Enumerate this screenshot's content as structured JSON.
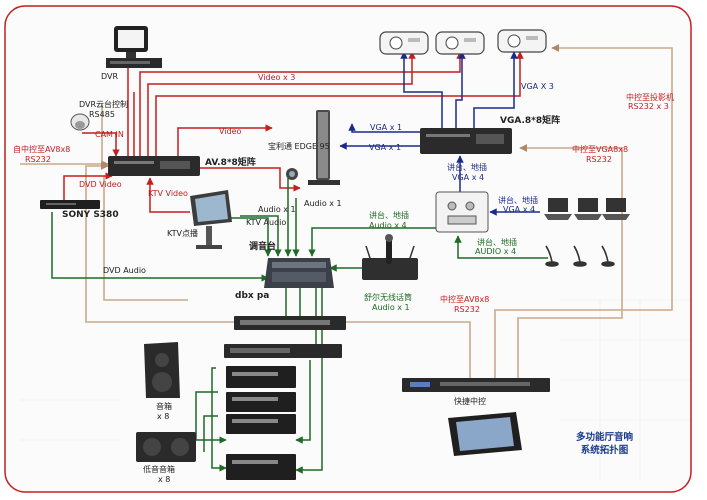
{
  "devices": {
    "dvr": "DVR",
    "dvr_ptz": "DVR云台控制",
    "dvr_ptz_rs": "RS485",
    "cam_in": "CAM IN",
    "av_matrix": "AV.8*8矩阵",
    "sony": "SONY S380",
    "ktv_jukebox": "KTV点播",
    "polycom": "宝利通 EDGE 95",
    "mixer_label": "调音台",
    "dbx": "dbx pa",
    "vga_matrix": "VGA.8*8矩阵",
    "wireless_mic": "舒尔无线话筒",
    "wireless_mic_audio": "Audio x 1",
    "speaker": "音箱",
    "speaker_count": "x 8",
    "sub": "低音音箱",
    "sub_count": "x 8",
    "controller": "快捷中控",
    "title_line1": "多功能厅音响",
    "title_line2": "系统拓扑图"
  },
  "signals": {
    "video_x3": "Video x 3",
    "video": "Video",
    "ctrl_av_line1": "自中控至AV8x8",
    "ctrl_av_line2": "RS232",
    "dvd_video": "DVD Video",
    "ktv_video": "KTV Video",
    "dvd_audio": "DVD Audio",
    "audio_x1_a": "Audio x 1",
    "ktv_audio": "KTV Audio",
    "audio_x1_b": "Audio x 1",
    "vga_x3": "VGA X 3",
    "vga_x1_a": "VGA x 1",
    "vga_x1_b": "VGA x 1",
    "podium_vga_line1": "讲台、地插",
    "podium_vga_line2": "VGA x 4",
    "podium_vga2_line1": "讲台、地插",
    "podium_vga2_line2": "VGA x 4",
    "podium_audio_line1": "讲台、地插",
    "podium_audio_line2": "Audio x 4",
    "podium_audio2_line1": "讲台、地插",
    "podium_audio2_line2": "AUDIO x 4",
    "ctrl_proj_line1": "中控至投影机",
    "ctrl_proj_line2": "RS232 x 3",
    "ctrl_vga_line1": "中控至VGA8x8",
    "ctrl_vga_line2": "RS232",
    "ctrl_av2_line1": "中控至AV8x8",
    "ctrl_av2_line2": "RS232"
  },
  "colors": {
    "video_line": "#c41e1e",
    "vga_line": "#1a2a8c",
    "audio_line": "#1d6b24",
    "control_line": "#c9a98a",
    "frame": "#c41e1e"
  }
}
